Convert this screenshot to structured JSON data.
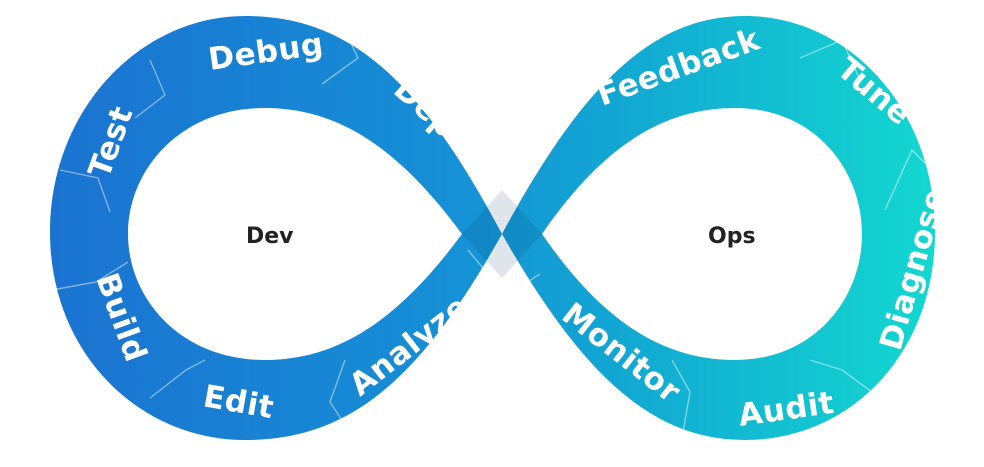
{
  "diagram": {
    "left_loop": {
      "label": "Dev",
      "stages": [
        "Debug",
        "Deploy",
        "Analyze",
        "Edit",
        "Build",
        "Test"
      ]
    },
    "right_loop": {
      "label": "Ops",
      "stages": [
        "Feedback",
        "Tune",
        "Diagnose",
        "Audit",
        "Monitor"
      ]
    },
    "colors": {
      "left": "#1b78d2",
      "middle": "#14a7d6",
      "right": "#14dccf",
      "divider": "#ffffff"
    }
  }
}
